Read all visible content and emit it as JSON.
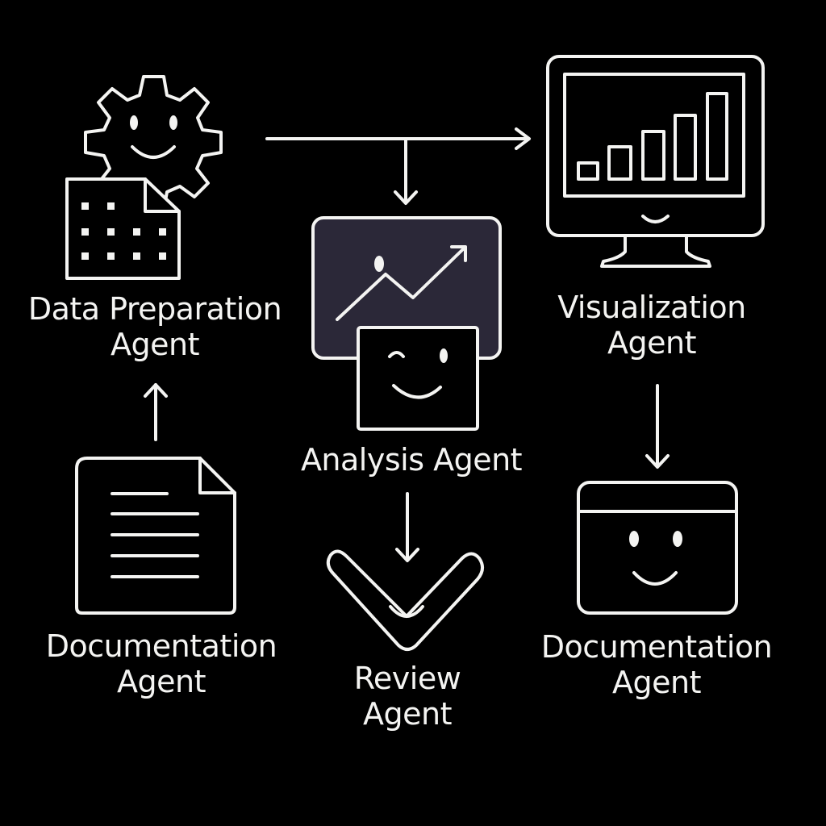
{
  "diagram": {
    "colors": {
      "background": "#000000",
      "stroke": "#f4f4f2",
      "analysis_panel_fill": "#2b2838"
    },
    "nodes": {
      "data_preparation": {
        "icon": "gear-with-document-icon",
        "label_line1": "Data Preparation",
        "label_line2": "Agent"
      },
      "analysis": {
        "icon": "chart-trend-with-face-icon",
        "label_line1": "Analysis Agent"
      },
      "visualization": {
        "icon": "monitor-bar-chart-icon",
        "label_line1": "Visualization",
        "label_line2": "Agent"
      },
      "documentation_left": {
        "icon": "document-lines-icon",
        "label_line1": "Documentation",
        "label_line2": "Agent"
      },
      "review": {
        "icon": "checkmark-face-icon",
        "label_line1": "Review",
        "label_line2": "Agent"
      },
      "documentation_right": {
        "icon": "window-face-icon",
        "label_line1": "Documentation",
        "label_line2": "Agent"
      }
    },
    "edges": [
      {
        "from": "data_preparation",
        "to": "visualization"
      },
      {
        "from": "data_preparation",
        "to": "analysis"
      },
      {
        "from": "documentation_left",
        "to": "data_preparation"
      },
      {
        "from": "analysis",
        "to": "review"
      },
      {
        "from": "visualization",
        "to": "documentation_right"
      }
    ]
  }
}
